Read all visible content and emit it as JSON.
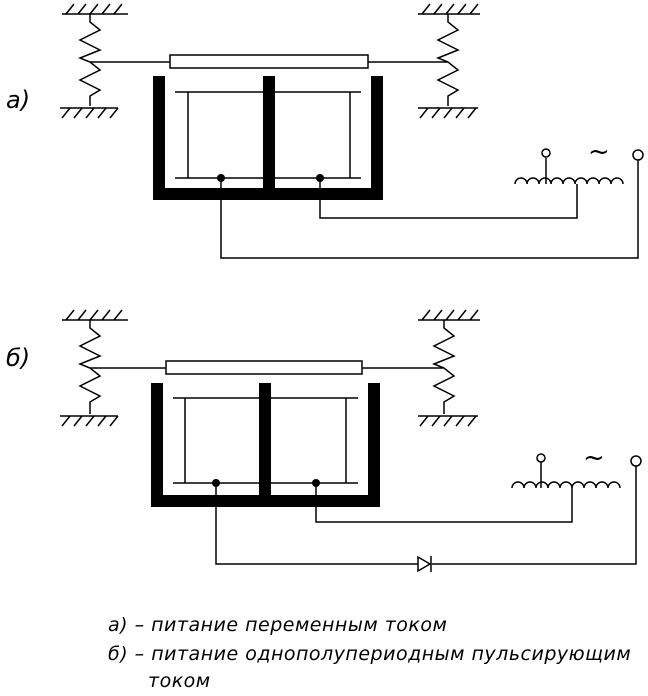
{
  "diagram": {
    "panel_a": {
      "label": "a)"
    },
    "panel_b": {
      "label": "б)"
    },
    "ac_symbol": "~",
    "caption": {
      "line1": "а) – питание переменным током",
      "line2": "б) – питание однополупериодным пульсирующим",
      "line3": "током"
    },
    "colors": {
      "ink": "#000000",
      "background": "#ffffff"
    }
  }
}
